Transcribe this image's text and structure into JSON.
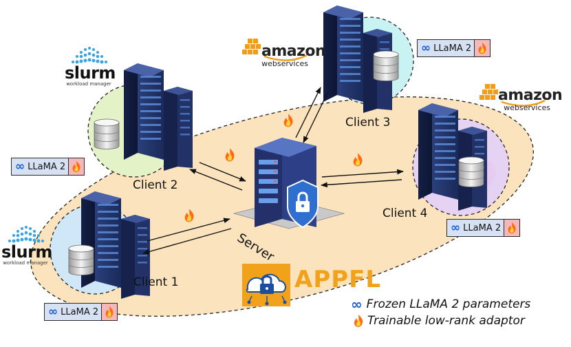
{
  "labels": {
    "server": "Server",
    "client1": "Client 1",
    "client2": "Client 2",
    "client3": "Client 3",
    "client4": "Client 4",
    "appfl": "APPFL"
  },
  "badge": {
    "model_text": "LLaMA 2",
    "meta_symbol": "∞"
  },
  "logos": {
    "slurm_main": "slurm",
    "slurm_sub": "workload manager",
    "aws_main": "amazon",
    "aws_sub": "webservices"
  },
  "legend": {
    "frozen": "Frozen LLaMA 2 parameters",
    "trainable": "Trainable low-rank adaptor"
  },
  "colors": {
    "federation_ellipse": "#fbe3bd",
    "client1_circle": "#cfe7f7",
    "client2_circle": "#e3f3c7",
    "client3_circle": "#c9f2f2",
    "client4_circle": "#e6d2f2",
    "server_dark": "#1c2a56",
    "server_light": "#3e78c7",
    "fire": "#ff7a1a",
    "appfl_orange": "#f2a21a",
    "meta_blue": "#1a5fd6"
  }
}
